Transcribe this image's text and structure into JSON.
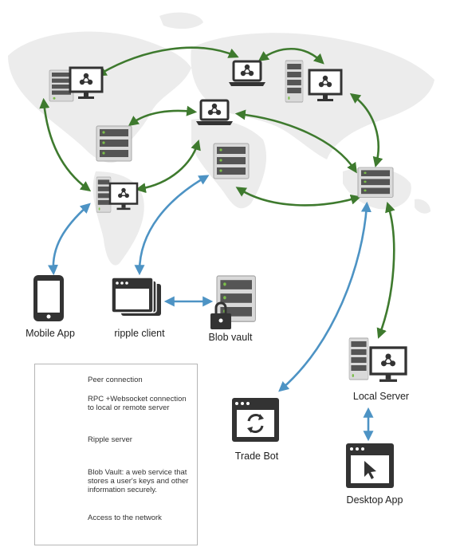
{
  "nodes": {
    "mobile_app": "Mobile App",
    "ripple_client": "ripple client",
    "blob_vault": "Blob vault",
    "trade_bot": "Trade Bot",
    "local_server": "Local Server",
    "desktop_app": "Desktop App"
  },
  "legend": {
    "peer": "Peer connection",
    "rpc": "RPC +Websocket connection to local or remote server",
    "ripple_server": "Ripple server",
    "blob_vault": "Blob Vault: a web service that stores a user's keys and other information securely.",
    "access": "Access to the network"
  },
  "colors": {
    "peer": "#3e7a2e",
    "rpc": "#4d93c4",
    "device": "#333333",
    "map": "#ececec"
  }
}
